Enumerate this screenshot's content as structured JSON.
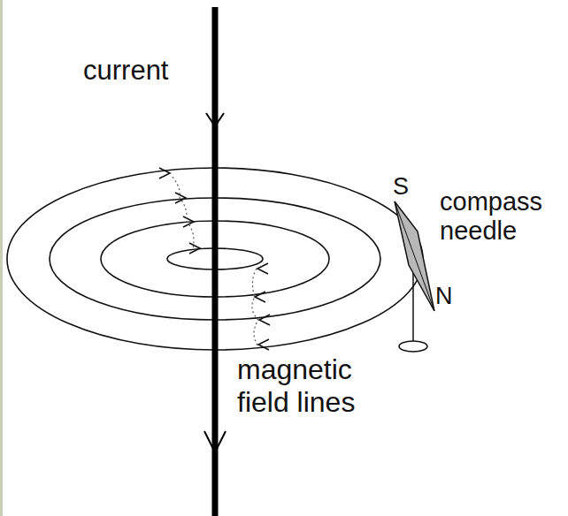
{
  "diagram": {
    "labels": [
      "current",
      "S",
      "compass needle",
      "N",
      "magnetic field lines"
    ]
  }
}
